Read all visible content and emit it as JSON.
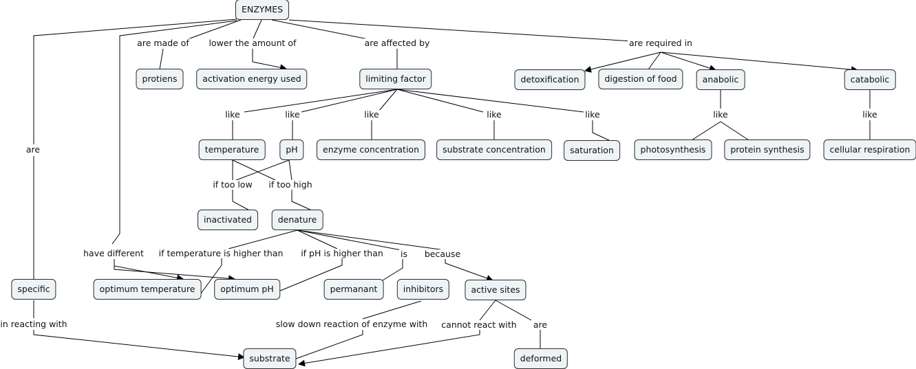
{
  "concepts": {
    "enzymes": "ENZYMES",
    "protiens": "protiens",
    "activation_energy": "activation energy used",
    "limiting_factor": "limiting factor",
    "detoxification": "detoxification",
    "digestion": "digestion of food",
    "anabolic": "anabolic",
    "catabolic": "catabolic",
    "temperature": "temperature",
    "ph": "pH",
    "enzyme_concentration": "enzyme concentration",
    "substrate_concentration": "substrate concentration",
    "saturation": "saturation",
    "photosynthesis": "photosynthesis",
    "protein_synthesis": "protein synthesis",
    "cellular_respiration": "cellular respiration",
    "inactivated": "inactivated",
    "denature": "denature",
    "specific": "specific",
    "optimum_temperature": "optimum temperature",
    "optimum_ph": "optimum pH",
    "permanant": "permanant",
    "inhibitors": "inhibitors",
    "active_sites": "active sites",
    "substrate": "substrate",
    "deformed": "deformed"
  },
  "linking_phrases": {
    "are_made_of": "are made of",
    "lower_the_amount_of": "lower the amount of",
    "are_affected_by": "are affected by",
    "are_required_in": "are required in",
    "are_left": "are",
    "like_temperature": "like",
    "like_ph": "like",
    "like_enzyme_conc": "like",
    "like_substrate_conc": "like",
    "like_saturation": "like",
    "like_anabolic": "like",
    "like_catabolic": "like",
    "if_too_low": "if too low",
    "if_too_high": "if too high",
    "have_different": "have different",
    "if_temperature_higher": "if temperature is higher than",
    "if_ph_higher": "if pH is higher than",
    "is": "is",
    "because": "because",
    "in_reacting_with": "in reacting with",
    "slow_down": "slow down reaction of enzyme with",
    "cannot_react_with": "cannot react with",
    "are_deformed": "are"
  },
  "colors": {
    "node_fill": "#eef3f6",
    "node_border": "#2b2b2b",
    "line": "#000000"
  }
}
